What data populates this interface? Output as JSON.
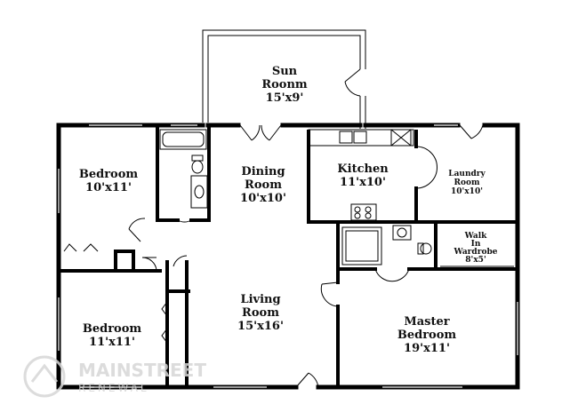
{
  "rooms": {
    "sun_room": {
      "name": "Sun",
      "name2": "Roonm",
      "size": "15'x9'"
    },
    "bedroom_top": {
      "name": "Bedroom",
      "size": "10'x11'"
    },
    "dining_room": {
      "name": "Dining",
      "name2": "Room",
      "size": "10'x10'"
    },
    "kitchen": {
      "name": "Kitchen",
      "size": "11'x10'"
    },
    "laundry_room": {
      "name": "Laundry",
      "name2": "Room",
      "size": "10'x10'"
    },
    "walk_in_wardrobe": {
      "name": "Walk",
      "name2": "In",
      "name3": "Wardrobe",
      "size": "8'x5'"
    },
    "living_room": {
      "name": "Living",
      "name2": "Room",
      "size": "15'x16'"
    },
    "master_bedroom": {
      "name": "Master",
      "name2": "Bedroom",
      "size": "19'x11'"
    },
    "bedroom_bottom": {
      "name": "Bedroom",
      "size": "11'x11'"
    }
  },
  "watermark": {
    "line1": "MAINSTREET",
    "line2": "RENEWAL"
  },
  "colors": {
    "wall": "#000000",
    "window": "#888888",
    "watermark": "#d6d6d6"
  }
}
